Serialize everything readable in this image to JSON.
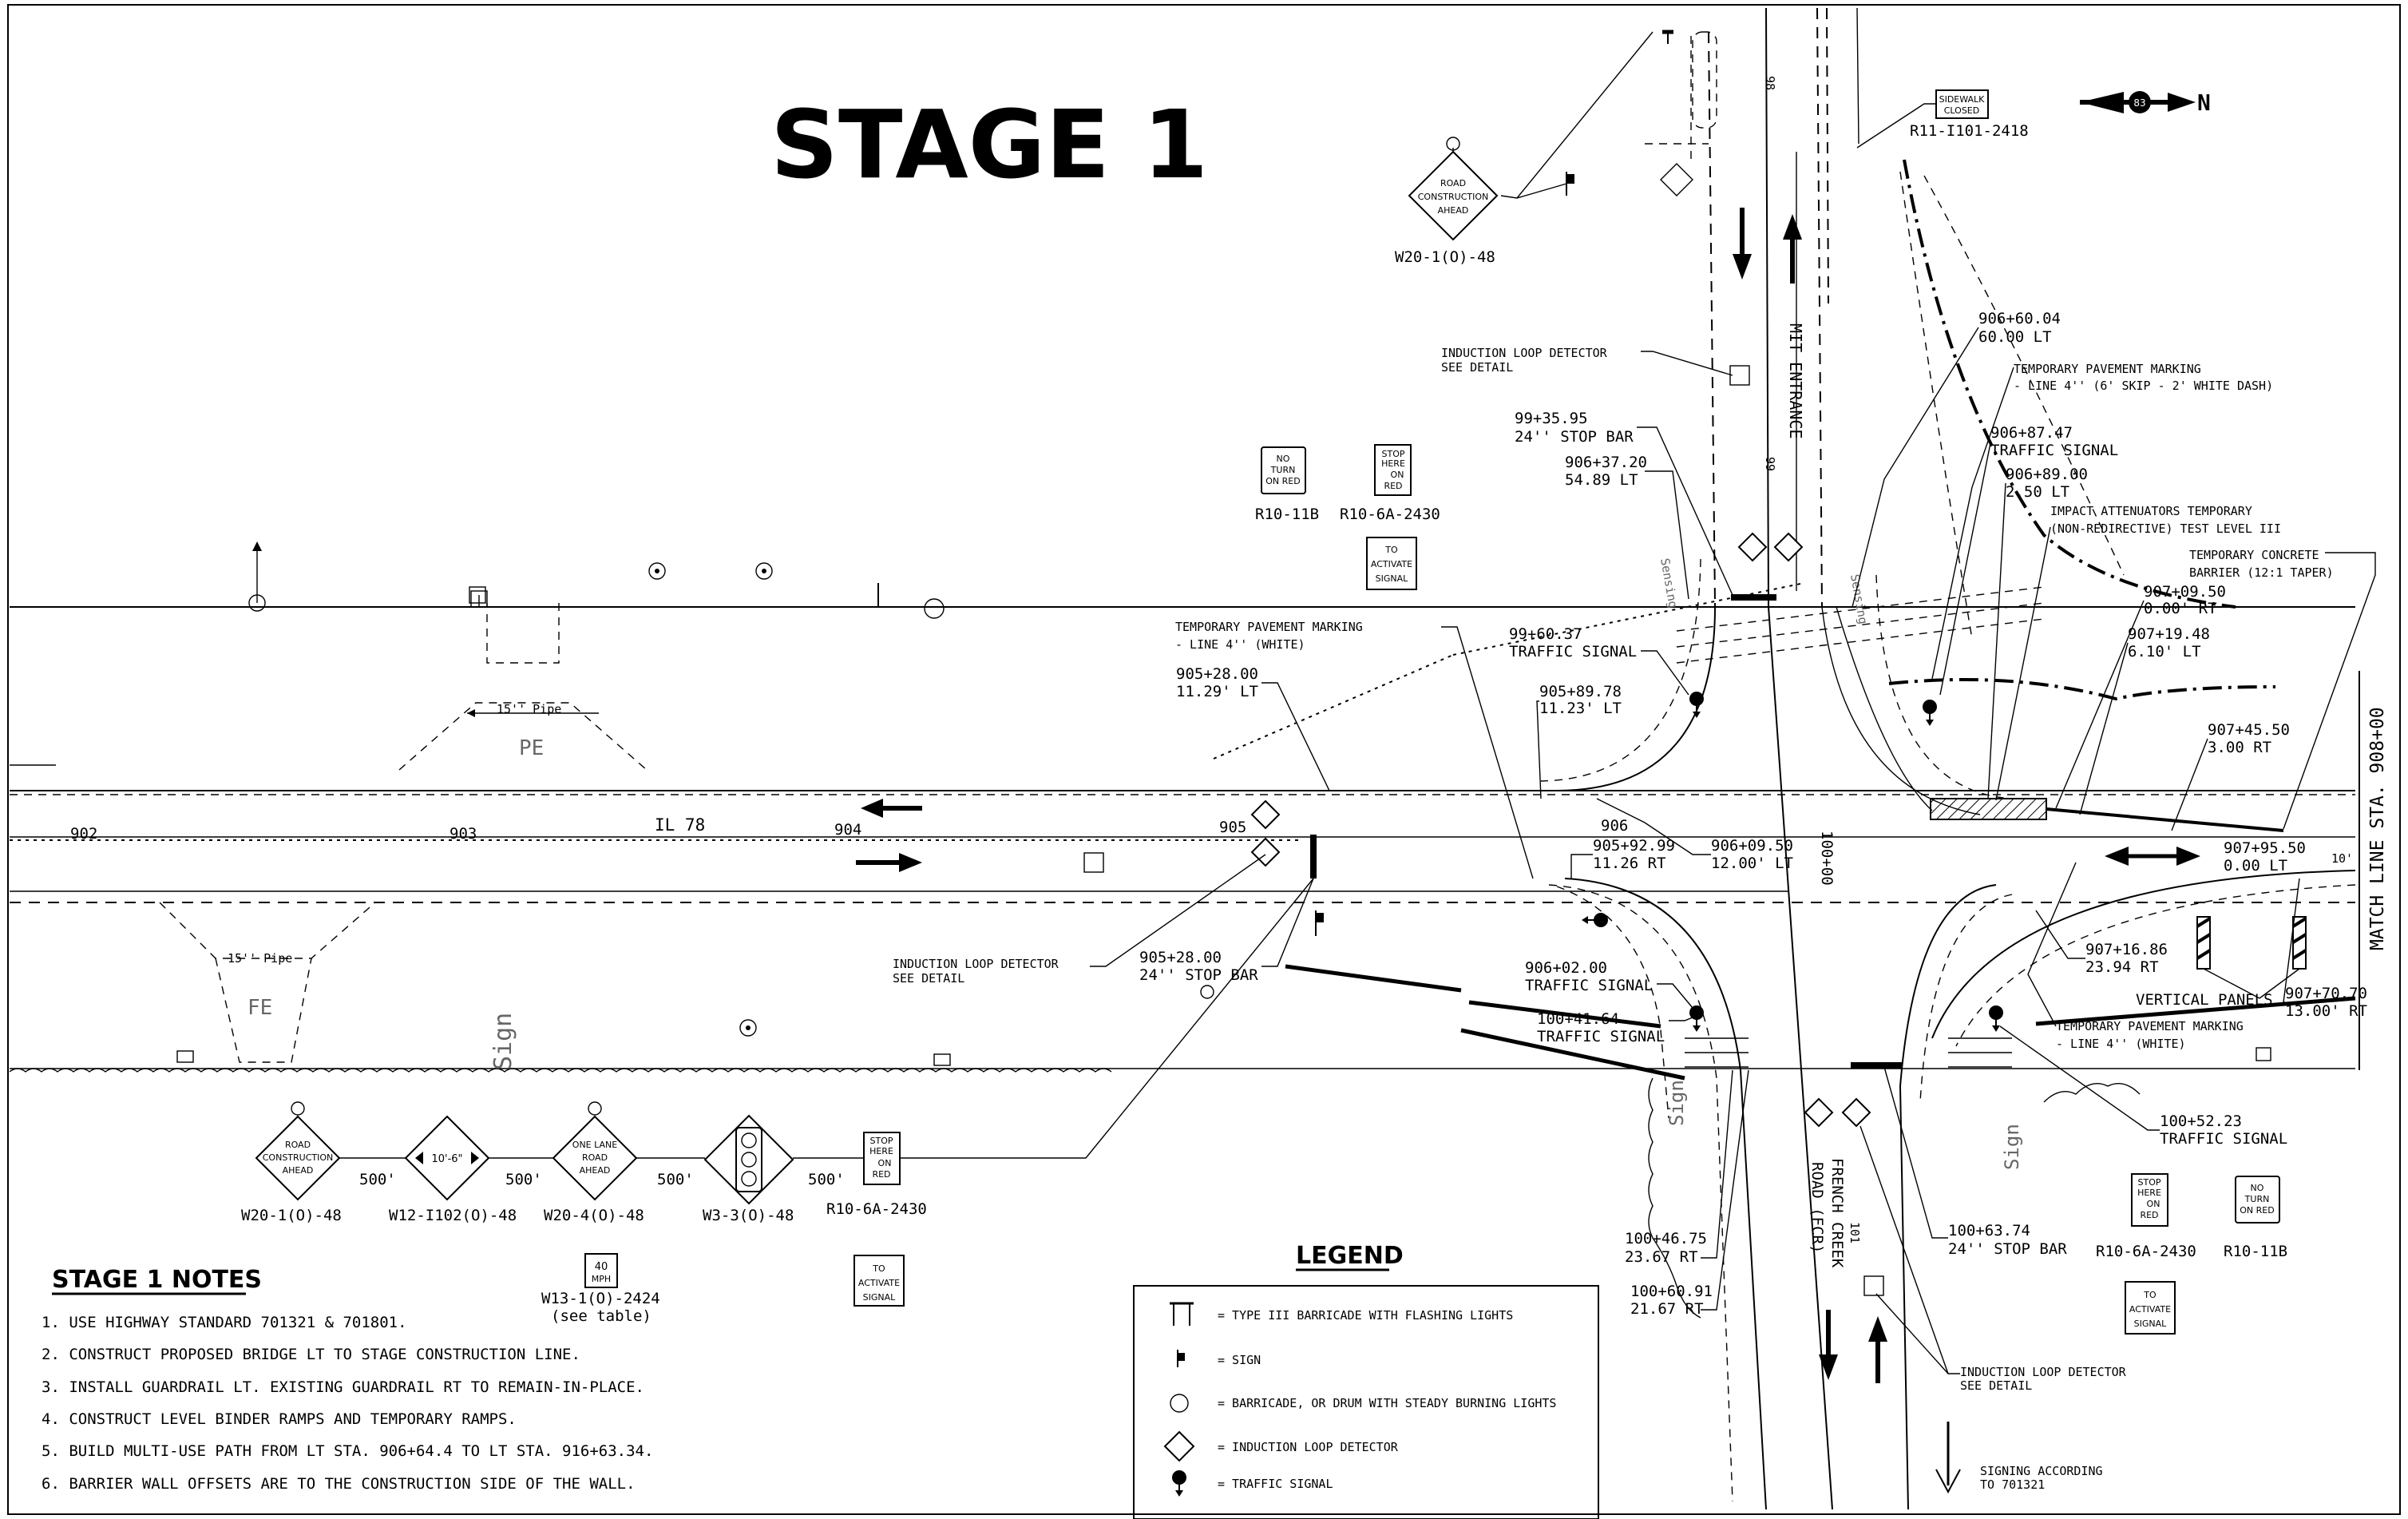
{
  "title": "STAGE 1",
  "north_arrow": {
    "label": "N",
    "route": "83"
  },
  "signs": {
    "road_construction_ahead_top": {
      "text": [
        "ROAD",
        "CONSTRUCTION",
        "AHEAD"
      ],
      "code": "W20-1(O)-48"
    },
    "sidewalk_closed": {
      "text": [
        "SIDEWALK",
        "CLOSED"
      ],
      "code": "R11-I101-2418"
    },
    "no_turn_on_red_top": {
      "text": [
        "NO",
        "TURN",
        "ON RED"
      ],
      "code": "R10-11B"
    },
    "stop_here_top": {
      "text": [
        "STOP",
        "HERE",
        "ON",
        "RED"
      ],
      "code": "R10-6A-2430"
    },
    "to_activate_top": {
      "text": [
        "TO",
        "ACTIVATE",
        "SIGNAL"
      ]
    },
    "road_construction_ahead_bottom": {
      "text": [
        "ROAD",
        "CONSTRUCTION",
        "AHEAD"
      ],
      "code": "W20-1(O)-48"
    },
    "width_sign": {
      "text": "10'-6\"",
      "code": "W12-I102(O)-48"
    },
    "one_lane_road": {
      "text": [
        "ONE LANE",
        "ROAD",
        "AHEAD"
      ],
      "code": "W20-4(O)-48"
    },
    "signal_ahead": {
      "code": "W3-3(O)-48"
    },
    "stop_here_bottom": {
      "text": [
        "STOP",
        "HERE",
        "ON",
        "RED"
      ],
      "code": "R10-6A-2430"
    },
    "speed": {
      "text": [
        "40",
        "MPH"
      ],
      "code": "W13-1(O)-2424",
      "note": "(see table)"
    },
    "to_activate_bottom_left": {
      "text": [
        "TO",
        "ACTIVATE",
        "SIGNAL"
      ]
    },
    "stop_here_right": {
      "text": [
        "STOP",
        "HERE",
        "ON",
        "RED"
      ],
      "code": "R10-6A-2430"
    },
    "no_turn_on_red_right": {
      "text": [
        "NO",
        "TURN",
        "ON RED"
      ],
      "code": "R10-11B"
    },
    "to_activate_bottom_right": {
      "text": [
        "TO",
        "ACTIVATE",
        "SIGNAL"
      ]
    },
    "spacing": [
      "500'",
      "500'",
      "500'",
      "500'"
    ]
  },
  "roads": {
    "il78": "IL 78",
    "mit_entrance": "MIT ENTRANCE",
    "french_creek": [
      "FRENCH CREEK",
      "ROAD (FCR)"
    ],
    "stations": [
      "902",
      "903",
      "904",
      "905",
      "906",
      "100+00",
      "98",
      "99",
      "101"
    ],
    "match_line": "MATCH LINE STA. 908+00",
    "pipe_top": "15'' Pipe",
    "pipe_bottom": "15'' Pipe",
    "pe": "PE",
    "fe": "FE",
    "dim_10": "10'"
  },
  "callouts": {
    "ild_top": [
      "INDUCTION LOOP DETECTOR",
      "SEE DETAIL"
    ],
    "c_906_60_04": [
      "906+60.04",
      "60.00 LT"
    ],
    "tpm_skip": [
      "TEMPORARY PAVEMENT MARKING",
      "- LINE 4'' (6' SKIP - 2' WHITE DASH)"
    ],
    "c_99_35_95": [
      "99+35.95",
      "24'' STOP BAR"
    ],
    "c_906_37_20": [
      "906+37.20",
      "54.89 LT"
    ],
    "c_906_87_47": [
      "906+87.47",
      "TRAFFIC SIGNAL"
    ],
    "c_906_89_00": [
      "906+89.00",
      "2.50 LT"
    ],
    "impact": [
      "IMPACT ATTENUATORS TEMPORARY",
      "(NON-REDIRECTIVE) TEST LEVEL III"
    ],
    "tcb": [
      "TEMPORARY CONCRETE",
      "BARRIER (12:1 TAPER)"
    ],
    "c_907_09_50": [
      "907+09.50",
      "0.00' RT"
    ],
    "c_907_19_48": [
      "907+19.48",
      "6.10' LT"
    ],
    "tpm_white_top": [
      "TEMPORARY PAVEMENT MARKING",
      "- LINE 4'' (WHITE)"
    ],
    "c_99_60_37": [
      "99+60.37",
      "TRAFFIC SIGNAL"
    ],
    "c_905_28_00_top": [
      "905+28.00",
      "11.29' LT"
    ],
    "c_905_89_78": [
      "905+89.78",
      "11.23' LT"
    ],
    "c_907_45_50": [
      "907+45.50",
      "3.00 RT"
    ],
    "c_905_92_99": [
      "905+92.99",
      "11.26 RT"
    ],
    "c_906_09_50": [
      "906+09.50",
      "12.00' LT"
    ],
    "c_907_95_50": [
      "907+95.50",
      "0.00 LT"
    ],
    "ild_left": [
      "INDUCTION LOOP DETECTOR",
      "SEE DETAIL"
    ],
    "c_905_28_00_bot": [
      "905+28.00",
      "24'' STOP BAR"
    ],
    "c_906_02_00": [
      "906+02.00",
      "TRAFFIC SIGNAL"
    ],
    "c_907_16_86": [
      "907+16.86",
      "23.94 RT"
    ],
    "c_907_70_70": [
      "907+70.70",
      "13.00' RT"
    ],
    "vertical_panels": "VERTICAL PANELS",
    "c_100_41_64": [
      "100+41.64",
      "TRAFFIC SIGNAL"
    ],
    "tpm_white_bottom": [
      "TEMPORARY PAVEMENT MARKING",
      "- LINE 4'' (WHITE)"
    ],
    "c_100_52_23": [
      "100+52.23",
      "TRAFFIC SIGNAL"
    ],
    "c_100_46_75": [
      "100+46.75",
      "23.67 RT"
    ],
    "c_100_63_74": [
      "100+63.74",
      "24'' STOP BAR"
    ],
    "c_100_60_91": [
      "100+60.91",
      "21.67 RT"
    ],
    "ild_bottom": [
      "INDUCTION LOOP DETECTOR",
      "SEE DETAIL"
    ],
    "signing": [
      "SIGNING ACCORDING",
      "TO 701321"
    ],
    "sensing": "Sensing",
    "sign_word": "Sign"
  },
  "notes": {
    "heading": "STAGE 1 NOTES",
    "items": [
      "1. USE HIGHWAY STANDARD 701321 & 701801.",
      "2. CONSTRUCT PROPOSED BRIDGE LT TO STAGE CONSTRUCTION LINE.",
      "3. INSTALL GUARDRAIL LT. EXISTING GUARDRAIL RT TO REMAIN-IN-PLACE.",
      "4. CONSTRUCT LEVEL BINDER RAMPS AND TEMPORARY RAMPS.",
      "5. BUILD MULTI-USE PATH FROM LT STA. 906+64.4 TO LT STA. 916+63.34.",
      "6. BARRIER WALL OFFSETS ARE TO THE CONSTRUCTION SIDE OF THE WALL."
    ]
  },
  "legend": {
    "heading": "LEGEND",
    "items": [
      "= TYPE III BARRICADE WITH FLASHING LIGHTS",
      "= SIGN",
      "= BARRICADE, OR DRUM WITH STEADY BURNING LIGHTS",
      "= INDUCTION LOOP DETECTOR",
      "= TRAFFIC SIGNAL"
    ]
  }
}
